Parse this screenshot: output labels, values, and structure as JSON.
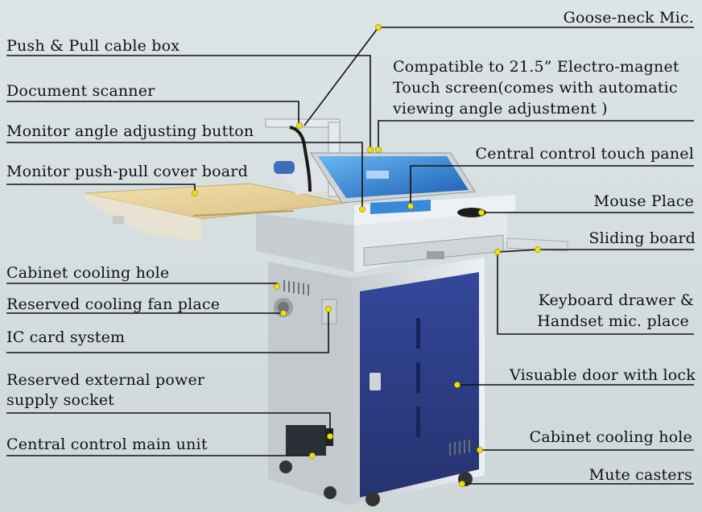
{
  "labels": {
    "goose_neck_mic": "Goose-neck Mic.",
    "push_pull_cable_box": "Push & Pull cable box",
    "compatible_line1": "Compatible to 21.5” Electro-magnet",
    "compatible_line2": "Touch screen(comes with automatic",
    "compatible_line3": "viewing angle adjustment )",
    "document_scanner": "Document  scanner",
    "monitor_angle_button": "Monitor angle adjusting button",
    "central_touch_panel": "Central control touch panel",
    "monitor_cover_board": "Monitor push-pull cover board",
    "mouse_place": "Mouse Place",
    "sliding_board": "Sliding  board",
    "cabinet_cooling_hole_left": "Cabinet cooling hole",
    "keyboard_drawer_line1": "Keyboard drawer &",
    "keyboard_drawer_line2": "Handset mic. place",
    "reserved_fan": "Reserved cooling fan place",
    "ic_card": "IC  card  system",
    "visuable_door": "Visuable  door  with lock",
    "external_power_line1": "Reserved external power",
    "external_power_line2": "supply socket",
    "central_main_unit": "Central control main unit",
    "cabinet_cooling_hole_right": "Cabinet cooling hole",
    "mute_casters": "Mute casters"
  },
  "colors": {
    "background": "#d3dcdd",
    "leader_line": "#111111",
    "marker_dot": "#f2e100",
    "cabinet": "#dfe3e6",
    "door_blue": "#2c3c86",
    "desk_wood": "#e9d39a",
    "screen_blue": "#2e7fd0"
  }
}
